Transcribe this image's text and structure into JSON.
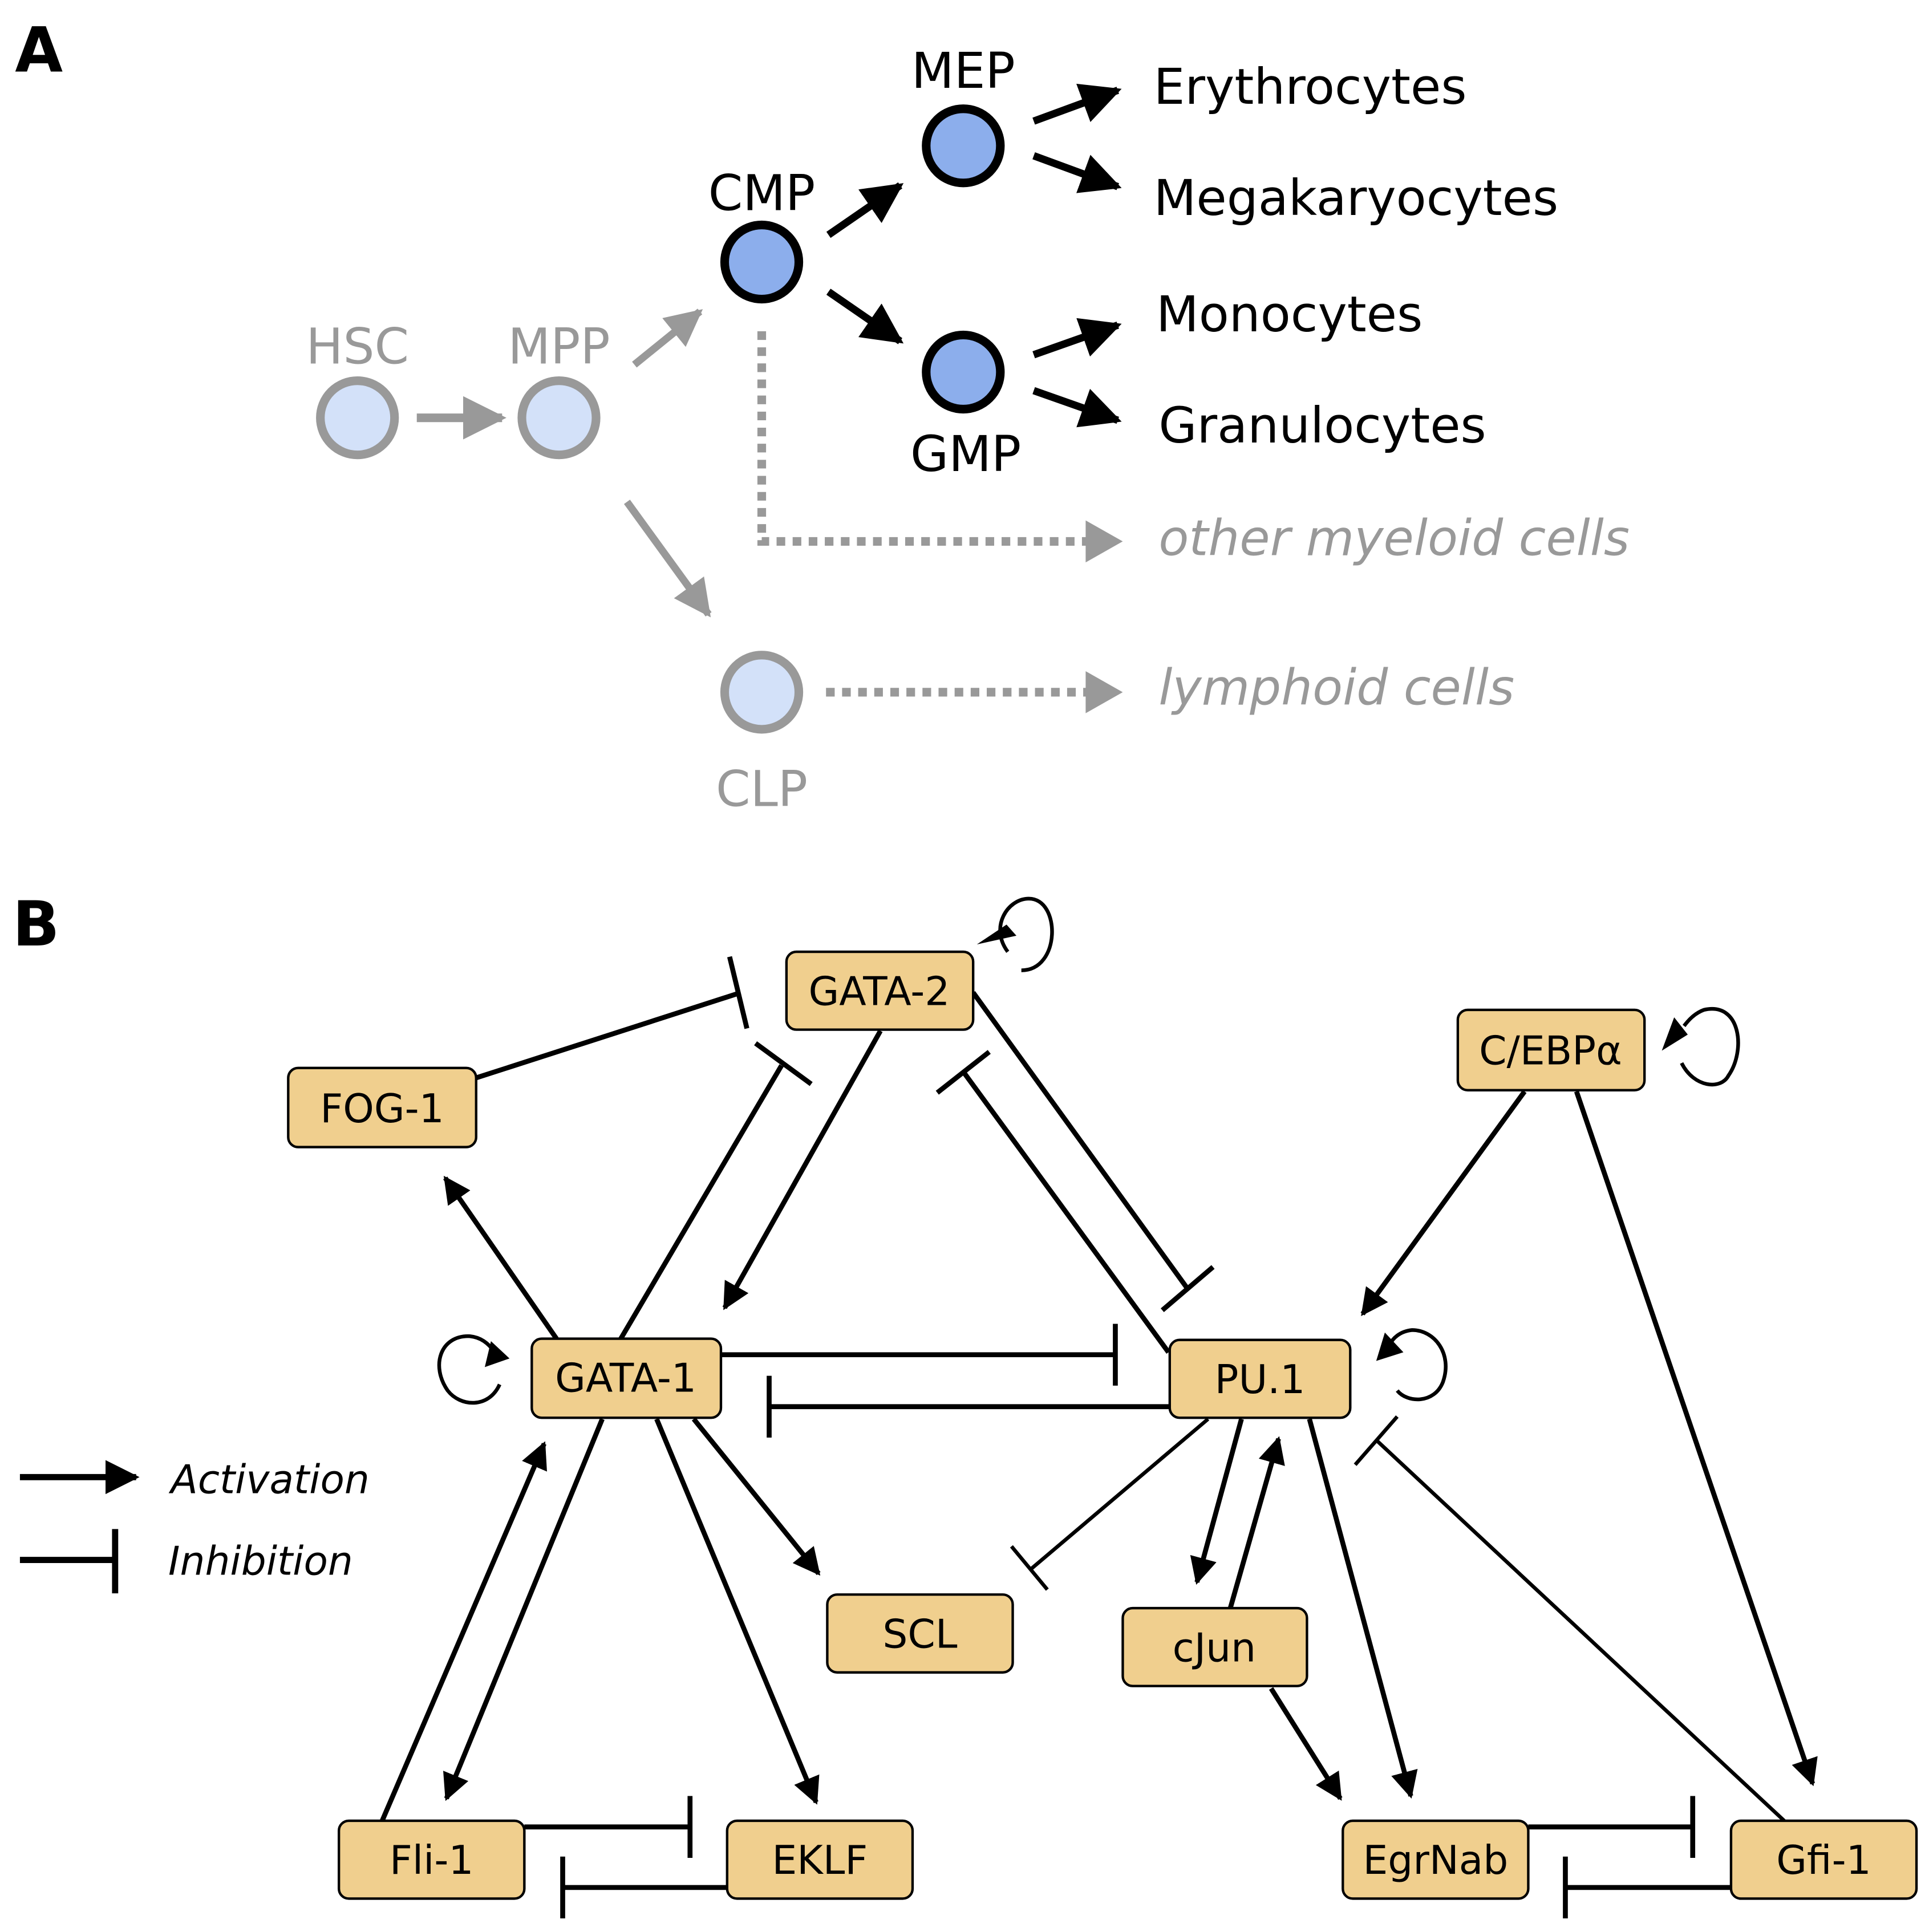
{
  "panels": {
    "a": "A",
    "b": "B"
  },
  "panel_a": {
    "cells": [
      {
        "id": "HSC",
        "label": "HSC",
        "state": "upstream"
      },
      {
        "id": "MPP",
        "label": "MPP",
        "state": "upstream"
      },
      {
        "id": "CMP",
        "label": "CMP",
        "state": "highlighted"
      },
      {
        "id": "MEP",
        "label": "MEP",
        "state": "highlighted"
      },
      {
        "id": "GMP",
        "label": "GMP",
        "state": "highlighted"
      },
      {
        "id": "CLP",
        "label": "CLP",
        "state": "upstream"
      }
    ],
    "outcomes": {
      "erythrocytes": "Erythrocytes",
      "megakaryocytes": "Megakaryocytes",
      "monocytes": "Monocytes",
      "granulocytes": "Granulocytes",
      "other_myeloid": "other myeloid cells",
      "lymphoid": "lymphoid cells"
    },
    "edges": [
      {
        "from": "HSC",
        "to": "MPP",
        "style": "grey"
      },
      {
        "from": "MPP",
        "to": "CMP",
        "style": "grey"
      },
      {
        "from": "MPP",
        "to": "CLP",
        "style": "grey"
      },
      {
        "from": "CMP",
        "to": "MEP",
        "style": "black"
      },
      {
        "from": "CMP",
        "to": "GMP",
        "style": "black"
      },
      {
        "from": "CMP",
        "to": "other myeloid cells",
        "style": "grey-dotted"
      },
      {
        "from": "CLP",
        "to": "lymphoid cells",
        "style": "grey-dotted"
      },
      {
        "from": "MEP",
        "to": "Erythrocytes",
        "style": "black"
      },
      {
        "from": "MEP",
        "to": "Megakaryocytes",
        "style": "black"
      },
      {
        "from": "GMP",
        "to": "Monocytes",
        "style": "black"
      },
      {
        "from": "GMP",
        "to": "Granulocytes",
        "style": "black"
      }
    ],
    "colors": {
      "highlight_fill": "#8CAEEC",
      "upstream_fill": "#D3E1F9",
      "grey": "#999999"
    }
  },
  "panel_b": {
    "nodes": {
      "gata2": "GATA-2",
      "fog1": "FOG-1",
      "cebpa": "C/EBPα",
      "gata1": "GATA-1",
      "pu1": "PU.1",
      "scl": "SCL",
      "cjun": "cJun",
      "fli1": "Fli-1",
      "eklf": "EKLF",
      "egrnab": "EgrNab",
      "gfi1": "Gfi-1"
    },
    "edges": [
      {
        "from": "GATA-2",
        "to": "GATA-2",
        "type": "activation"
      },
      {
        "from": "FOG-1",
        "to": "GATA-2",
        "type": "inhibition"
      },
      {
        "from": "GATA-1",
        "to": "GATA-2",
        "type": "inhibition"
      },
      {
        "from": "GATA-2",
        "to": "GATA-1",
        "type": "activation"
      },
      {
        "from": "GATA-2",
        "to": "PU.1",
        "type": "inhibition"
      },
      {
        "from": "PU.1",
        "to": "GATA-2",
        "type": "inhibition"
      },
      {
        "from": "C/EBPα",
        "to": "C/EBPα",
        "type": "activation"
      },
      {
        "from": "C/EBPα",
        "to": "PU.1",
        "type": "activation"
      },
      {
        "from": "C/EBPα",
        "to": "Gfi-1",
        "type": "activation"
      },
      {
        "from": "GATA-1",
        "to": "FOG-1",
        "type": "activation"
      },
      {
        "from": "GATA-1",
        "to": "GATA-1",
        "type": "activation"
      },
      {
        "from": "GATA-1",
        "to": "PU.1",
        "type": "inhibition"
      },
      {
        "from": "PU.1",
        "to": "GATA-1",
        "type": "inhibition"
      },
      {
        "from": "PU.1",
        "to": "PU.1",
        "type": "activation"
      },
      {
        "from": "GATA-1",
        "to": "SCL",
        "type": "activation"
      },
      {
        "from": "PU.1",
        "to": "SCL",
        "type": "inhibition"
      },
      {
        "from": "GATA-1",
        "to": "Fli-1",
        "type": "activation"
      },
      {
        "from": "Fli-1",
        "to": "GATA-1",
        "type": "activation"
      },
      {
        "from": "GATA-1",
        "to": "EKLF",
        "type": "activation"
      },
      {
        "from": "Fli-1",
        "to": "EKLF",
        "type": "inhibition"
      },
      {
        "from": "EKLF",
        "to": "Fli-1",
        "type": "inhibition"
      },
      {
        "from": "PU.1",
        "to": "cJun",
        "type": "activation"
      },
      {
        "from": "cJun",
        "to": "PU.1",
        "type": "activation"
      },
      {
        "from": "cJun",
        "to": "EgrNab",
        "type": "activation"
      },
      {
        "from": "PU.1",
        "to": "EgrNab",
        "type": "activation"
      },
      {
        "from": "Gfi-1",
        "to": "PU.1",
        "type": "inhibition"
      },
      {
        "from": "EgrNab",
        "to": "Gfi-1",
        "type": "inhibition"
      },
      {
        "from": "Gfi-1",
        "to": "EgrNab",
        "type": "inhibition"
      }
    ],
    "legend": {
      "activation": "Activation",
      "inhibition": "Inhibition"
    },
    "colors": {
      "node_fill": "#F0CF8E",
      "edge": "#000000"
    }
  }
}
